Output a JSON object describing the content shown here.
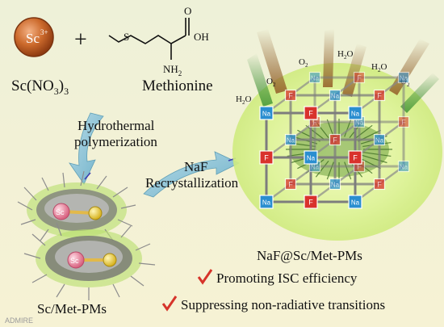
{
  "scandium": {
    "ion_symbol": "Sc",
    "ion_charge": "3+",
    "formula_main": "Sc(NO",
    "formula_sub1": "3",
    "formula_close": ")",
    "formula_sub2": "3"
  },
  "plus_sign": "+",
  "methionine": {
    "name": "Methionine",
    "s_atom": "S",
    "oh_group": "OH",
    "o_atom": "O",
    "nh2_main": "NH",
    "nh2_sub": "2"
  },
  "steps": {
    "hydrothermal_line1": "Hydrothermal",
    "hydrothermal_line2": "polymerization",
    "naf": "NaF",
    "recrystallization": "Recrystallization"
  },
  "particle": {
    "name": "Sc/Met-PMs",
    "core_label": "Sc"
  },
  "lattice": {
    "na_label": "Na",
    "f_label": "F"
  },
  "molecules": {
    "o2_main": "O",
    "o2_sub": "2",
    "h2o_pre": "H",
    "h2o_sub": "2",
    "h2o_post": "O"
  },
  "product": {
    "name": "NaF@Sc/Met-PMs",
    "benefits": [
      "Promoting ISC efficiency",
      "Suppressing non-radiative transitions"
    ]
  },
  "watermark": "ADMIRE",
  "colors": {
    "sc_ball": "#c8662a",
    "arrow": "#8fc4d6",
    "na_node": "#2a8ed0",
    "f_node": "#d9322c",
    "check": "#d6342a",
    "glow": "#e6f5a8"
  }
}
